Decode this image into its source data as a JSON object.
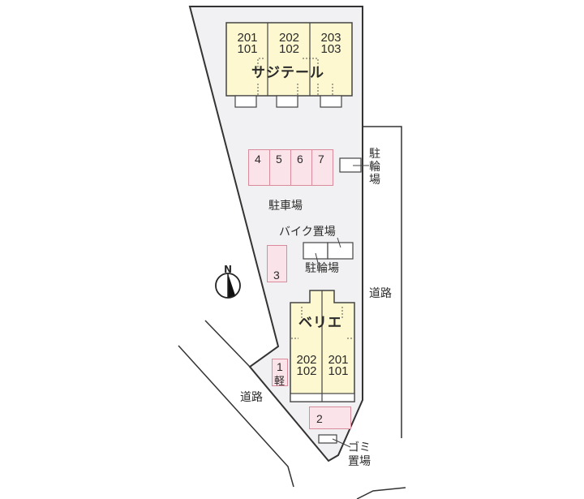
{
  "colors": {
    "lot_fill": "#f1f1f3",
    "building_fill": "#fdf8cf",
    "parking_fill": "#fbe3ea",
    "parking_border": "#d98a9b",
    "line": "#333333"
  },
  "compass": {
    "label": "N"
  },
  "buildings": [
    {
      "name": "サジテール",
      "units": [
        {
          "upper": "201",
          "lower": "101"
        },
        {
          "upper": "202",
          "lower": "102"
        },
        {
          "upper": "203",
          "lower": "103"
        }
      ]
    },
    {
      "name": "ベリエ",
      "units": [
        {
          "upper": "202",
          "lower": "102"
        },
        {
          "upper": "201",
          "lower": "101"
        }
      ]
    }
  ],
  "parking": {
    "area_label": "駐車場",
    "slots": [
      {
        "id": "4"
      },
      {
        "id": "5"
      },
      {
        "id": "6"
      },
      {
        "id": "7"
      },
      {
        "id": "3"
      },
      {
        "id": "1",
        "note": "軽"
      },
      {
        "id": "2"
      }
    ]
  },
  "labels": {
    "bicycle_parking_right": "駐輪場",
    "bike_parking": "バイク置場",
    "bicycle_parking_center": "駐輪場",
    "road_right": "道路",
    "road_left": "道路",
    "garbage": "ゴミ置場"
  }
}
